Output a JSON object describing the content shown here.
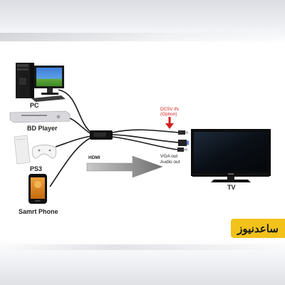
{
  "devices": {
    "pc": "PC",
    "bd_player": "BD Player",
    "ps3": "PS3",
    "phone": "Samrt Phone"
  },
  "cable": {
    "hdmi": "HDMI",
    "dc_in_line1": "DC5V IN",
    "dc_in_line2": "(Option)",
    "vga_out": "VGA out",
    "audio_out": "Audio out"
  },
  "tv": {
    "label": "TV"
  },
  "watermark": {
    "text": "ساعدنیوز"
  },
  "colors": {
    "logo_bg": "#f2c21b",
    "dc_in_red": "#d42020"
  }
}
